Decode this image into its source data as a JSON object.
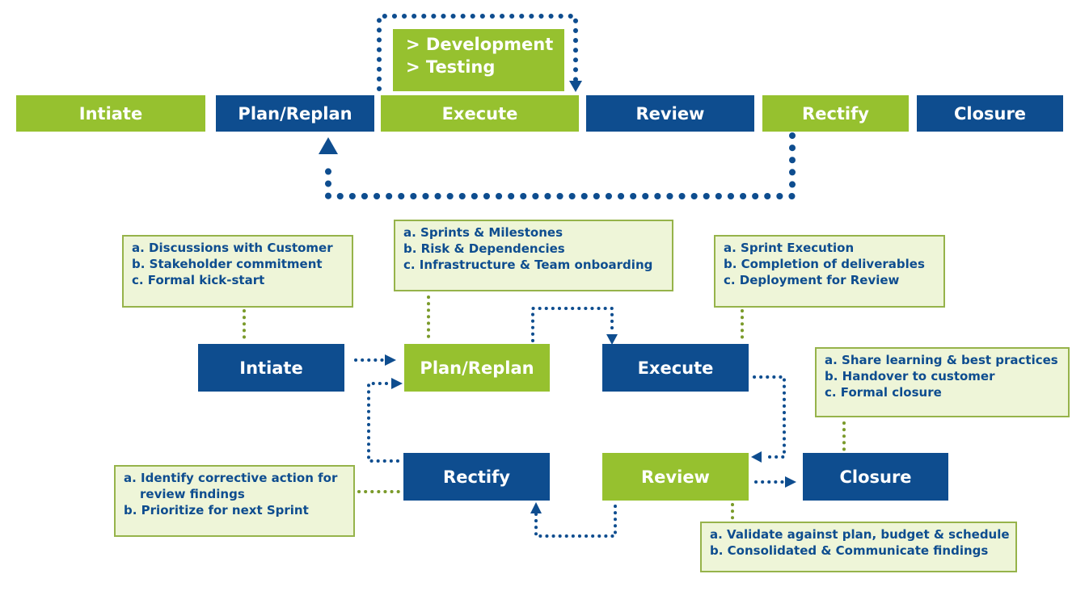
{
  "top_row": {
    "initiate": "Intiate",
    "plan": "Plan/Replan",
    "execute": "Execute",
    "review": "Review",
    "rectify": "Rectify",
    "closure": "Closure"
  },
  "execute_detail": {
    "item1": "> Development",
    "item2": "> Testing"
  },
  "flow": {
    "initiate": "Intiate",
    "plan": "Plan/Replan",
    "execute": "Execute",
    "rectify": "Rectify",
    "review": "Review",
    "closure": "Closure"
  },
  "notes": {
    "initiate": [
      "a. Discussions with Customer",
      "b. Stakeholder commitment",
      "c. Formal kick-start"
    ],
    "plan": [
      "a. Sprints & Milestones",
      "b. Risk & Dependencies",
      "c. Infrastructure & Team onboarding"
    ],
    "execute": [
      "a. Sprint Execution",
      "b. Completion of deliverables",
      "c. Deployment for Review"
    ],
    "closure": [
      "a. Share learning & best practices",
      "b. Handover to customer",
      "c. Formal closure"
    ],
    "rectify": [
      "a. Identify corrective action for",
      "review findings",
      "b. Prioritize for next Sprint"
    ],
    "review": [
      "a. Validate against plan, budget & schedule",
      "b. Consolidated & Communicate findings"
    ]
  },
  "colors": {
    "green": "#96c12f",
    "blue": "#0e4d8f",
    "note_fill": "#eef5d8",
    "note_border": "#96b34a",
    "dotted_green": "#7a9a2a"
  }
}
